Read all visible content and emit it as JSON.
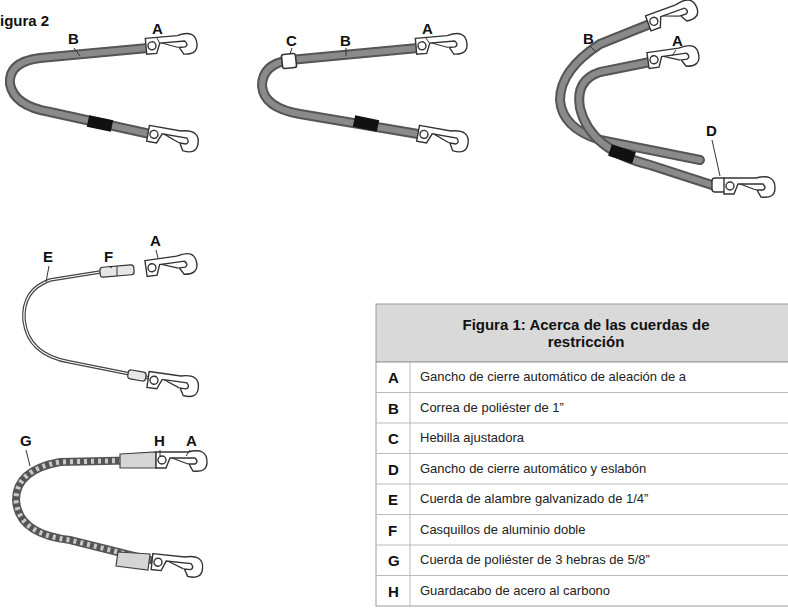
{
  "diagram": {
    "labels": [
      "igura 2",
      "B",
      "A",
      "C",
      "B",
      "A",
      "B",
      "A",
      "D",
      "A",
      "E",
      "F",
      "G",
      "H",
      "A",
      "Figura 1: Acerca de las cuerdas de restricción",
      "A",
      "Gancho de cierre automático de aleación de a",
      "B",
      "Correa de poliéster de 1”",
      "C",
      "Hebilla ajustadora",
      "D",
      "Gancho de cierre automático y eslabón",
      "E",
      "Cuerda de alambre galvanizado de 1/4”",
      "F",
      "Casquillos de aluminio doble",
      "G",
      "Cuerda de poliéster de 3 hebras de 5/8”",
      "H",
      "Guardacabo de acero al carbono"
    ]
  }
}
